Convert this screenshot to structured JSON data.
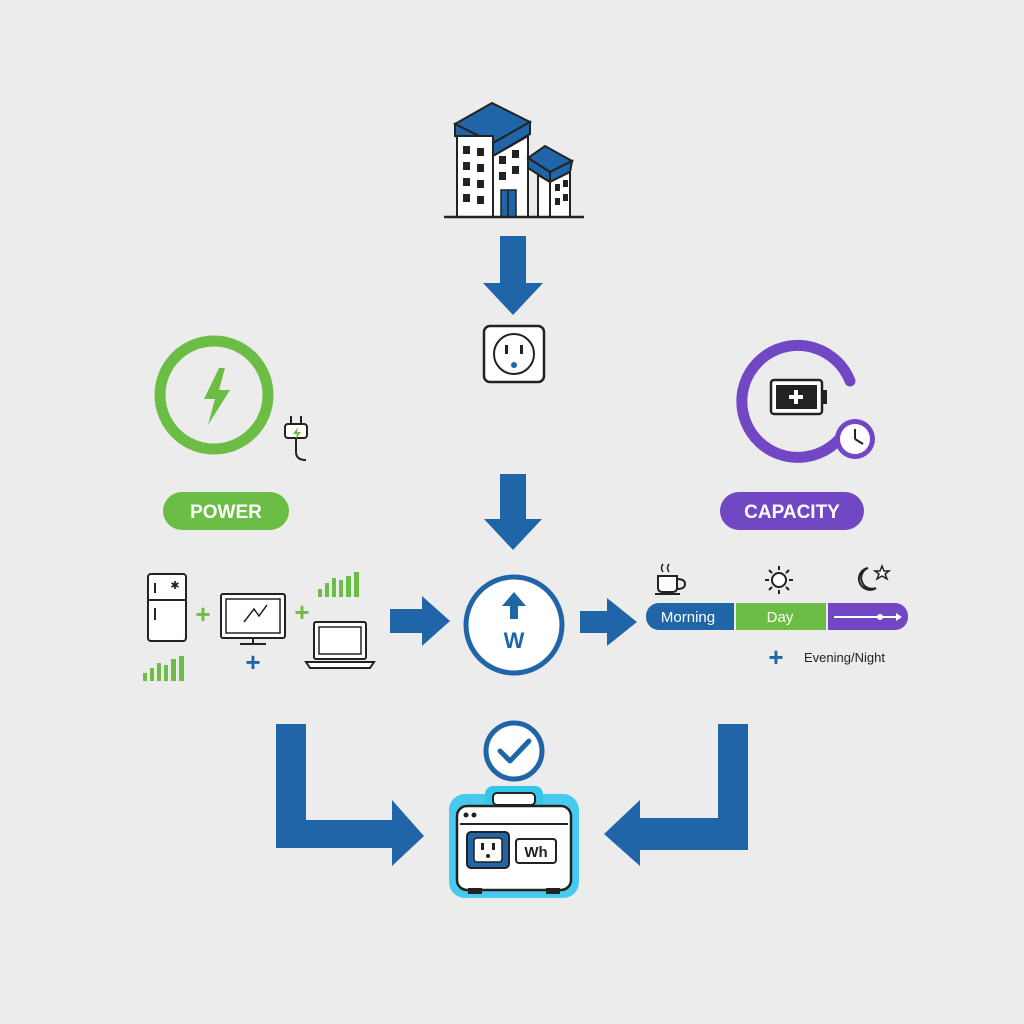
{
  "colors": {
    "background": "#ececec",
    "blue": "#1f65a8",
    "green": "#6cbd45",
    "purple": "#7247c4",
    "cyan": "#35c6ee",
    "ink": "#222222"
  },
  "icons": {
    "building": "building-icon",
    "outlet": "wall-outlet-icon",
    "power": "lightning-bolt-icon",
    "plug": "plug-icon",
    "battery": "battery-icon",
    "clock": "clock-icon",
    "fridge": "refrigerator-icon",
    "monitor": "monitor-icon",
    "laptop": "laptop-icon",
    "watt": "watt-meter-icon",
    "coffee": "coffee-cup-icon",
    "sun": "sun-icon",
    "moon": "moon-star-icon",
    "check": "check-circle-icon",
    "station": "power-station-icon"
  },
  "labels": {
    "power": "POWER",
    "capacity": "CAPACITY",
    "watt_symbol": "W",
    "station_unit": "Wh"
  },
  "timeline": {
    "morning": "Morning",
    "day": "Day",
    "evening_night": "Evening/Night"
  },
  "symbols": {
    "plus": "+"
  }
}
